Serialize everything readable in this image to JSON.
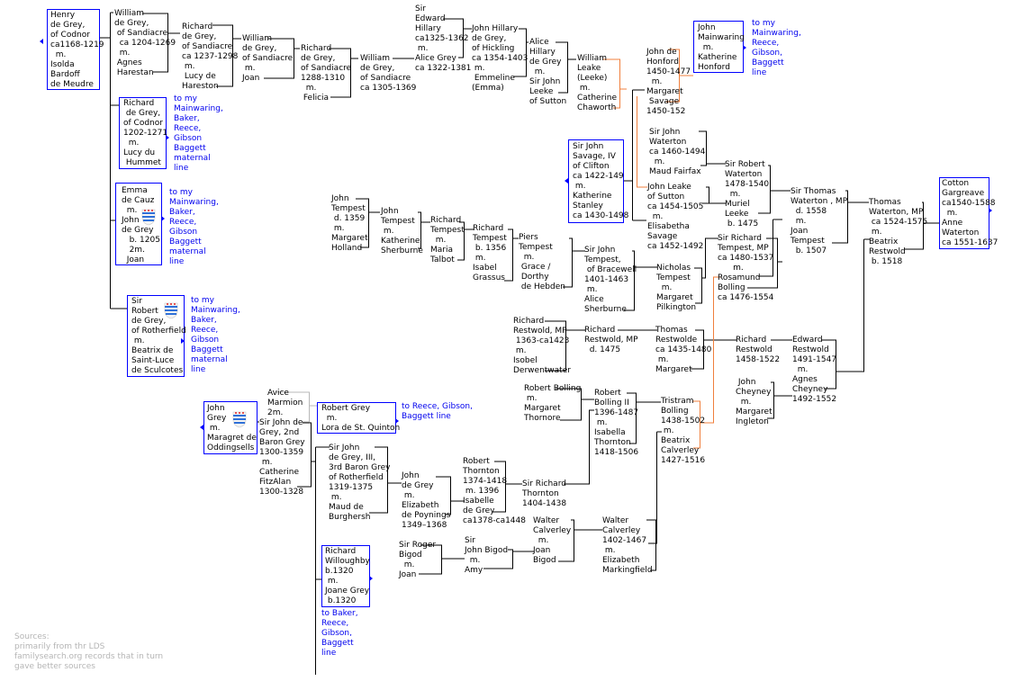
{
  "title": "Grey / Waterton family tree",
  "colors": {
    "line": "#000000",
    "highlight_line": "#f07f3c",
    "faint_line": "#b8b8b8",
    "box_border": "#0000ff",
    "link": "#0000ee",
    "source_text": "#b5b5b5"
  },
  "people": {
    "henry": "Henry\nde Grey,\nof Codnor\nca1168-1219\n  m.\nIsolda\nBardoff\nde Meudre",
    "william1": "William\nde Grey,\n of Sandiacre\n  ca 1204-1269\n  m.\n Agnes\n Harestan",
    "richard1": "Richard\nde Grey,\nof Sandiacre\nca 1237-1298\n m.\n Lucy de\nHareston",
    "william2": "William\nde Grey,\nof Sandiacre\n m.\nJoan",
    "richard2": "Richard\nde Grey,\nof Sandiacre\n1288-1310\n  m.\n Felicia",
    "william3": "William\nde Grey,\nof Sandiacre\nca 1305-1369",
    "edward_hillary": "Sir\nEdward\nHillary\nca1325-1362\n m.\nAlice Grey\nca 1322-1381",
    "john_hillary": "John Hillary\nde Grey,\nof Hickling\nca 1354-1403\n m.\n Emmeline\n(Emma)",
    "alice_hillary": "Alice\nHillary\nde Grey\n  m.\nSir John\nLeeke\nof Sutton",
    "william_leake": "William\nLeake\n(Leeke)\n m.\nCatherine\nChaworth",
    "john_honford": "John de\nHonford\n1450-1477\n  m.\nMargaret\n Savage\n1450-152",
    "john_mainwaring": "John\nMainwaring\n  m.\nKatherine\nHonford",
    "richard_codnor": "Richard\n de Grey,\nof Codnor\n1202-1271\n  m.\nLucy du\n Hummet",
    "emma_cauz": "Emma\nde Cauz\n  m.\nJohn\nde Grey\n   b. 1205\n   2m.\n  Joan",
    "robert_rotherfield": "Sir\nRobert\nde Grey,\nof Rotherfield\n m.\nBeatrix de\nSaint-Luce\nde Sculcotes",
    "john_savage": "Sir John\nSavage, IV\nof Clifton\nca 1422-149\n m.\nKatherine\nStanley\nca 1430-1498",
    "john_waterton": "Sir John\nWaterton\nca 1460-1494\n  m.\nMaud Fairfax",
    "john_leake": "John Leake\nof Sutton\nca 1454-1505\n  m.\nElisabetha\nSavage\nca 1452-1492",
    "robert_waterton": "Sir Robert\nWaterton\n1478-1540\n  m.\nMuriel\nLeeke\n b. 1475",
    "thomas_waterton1": "Sir Thomas\nWaterton , MP\n  d. 1558\n  m.\nJoan\nTempest\n  b. 1507",
    "thomas_waterton2": "Thomas\nWaterton, MP\n ca 1524-1575\n m.\nBeatrix\nRestwold\n b. 1518",
    "cotton": "Cotton\nGargreave\nca1540-1588\n  m.\nAnne\nWaterton\nca 1551-1637",
    "john_tempest1": "John\nTempest\n d. 1359\n m.\nMargaret\nHolland",
    "john_tempest2": "John\nTempest\n m.\nKatherine\nSherburne",
    "richard_tempest1": "Richard\nTempest\n  m.\nMaria\nTalbot",
    "richard_tempest2": "Richard\nTempest\n b. 1356\n m.\nIsabel\nGrassus",
    "piers": "Piers\nTempest\n  m.\n Grace /\n Dorthy\n de Hebden",
    "john_tempest3": "Sir John\nTempest,\n of Bracewell\n1401-1463\n m.\nAlice\nSherburne",
    "nicholas": "Nicholas\nTempest\n  m.\nMargaret\nPilkington",
    "richard_tempest_mp": "Sir Richard\nTempest, MP\nca 1480-1537\n      m.\nRosamund\nBolling\nca 1476-1554",
    "richard_restwold1": "Richard\nRestwold, MP\n 1363-ca1423\n m.\nIsobel\nDerwentwater",
    "richard_restwold2": "Richard\nRestwold, MP\n  d. 1475",
    "thomas_restwolde": "Thomas\nRestwolde\nca 1435-1480\n m.\nMargaret",
    "richard_restwold3": "Richard\nRestwold\n1458-1522",
    "edward_restwold": "Edward\nRestwold\n1491-1547\n  m.\nAgnes\nCheyney\n1492-1552",
    "john_cheyney": " John\nCheyney\n  m.\nMargaret\nIngleton",
    "john_grey": "John\nGrey\n m.\nMaragret de\nOddingsells",
    "avice": "Avice\nMarmion\n2m.",
    "john_grey2": "Sir John de\nGrey, 2nd\nBaron Grey\n1300-1359\n m.\nCatherine\nFitzAlan\n1300-1328",
    "robert_grey": "Robert Grey\n  m.\nLora de St. Quinton",
    "john_grey3": "Sir John\nde Grey, III,\n3rd Baron Grey\nof Rotherfield\n1319-1375\n m.\nMaud de\nBurghersh",
    "richard_willoughby": "Richard\nWilloughby\nb.1320\n m.\nJoane Grey\n b.1320",
    "john_grey4": "John\nde Grey\n m.\nElizabeth\nde Poynings\n1349–1368",
    "robert_thornton": "Robert\nThornton\n1374-1418\n m. 1396\nIsabelle\nde Grey\nca1378-ca1448",
    "richard_thornton": "Sir Richard\nThornton\n1404-1438",
    "robert_bolling1": "Robert Bolling\n m.\nMargaret\nThornore",
    "robert_bolling2": "Robert\nBolling II\n1396-1487\n m.\nIsabella\nThornton\n1418-1506",
    "tristram": "Tristram\nBolling\n1438-1502\n m.\nBeatrix\nCalverley\n1427-1516",
    "roger_bigod": "Sir Roger\nBigod\n  m.\nJoan",
    "john_bigod": "Sir\nJohn Bigod\n  m.\nAmy",
    "walter_calverley1": "Walter\nCalverley\n  m.\nJoan\nBigod",
    "walter_calverley2": "Walter\nCalverley\n1402-1467\n m.\nElizabeth\nMarkingfield"
  },
  "links": {
    "mainwaring_line": "to my\nMainwaring,\nReece,\nGibson,\nBaggett\nline",
    "codnor_line": "to my\nMainwaring,\nBaker,\nReece,\nGibson\nBaggett\nmaternal\nline",
    "cauz_line": "to my\nMainwaring,\nBaker,\nReece,\nGibson\nBaggett\nmaternal\nline",
    "rotherfield_line": "to my\nMainwaring,\nBaker,\nReece,\nGibson\nBaggett\nmaternal\nline",
    "reece_line": "to Reece, Gibson,\nBaggett line",
    "baker_line": "to Baker,\nReece,\nGibson,\nBaggett\nline"
  },
  "sources": "Sources:\nprimarily from thr LDS\nfamilysearch.org records that in turn\ngave better sources"
}
